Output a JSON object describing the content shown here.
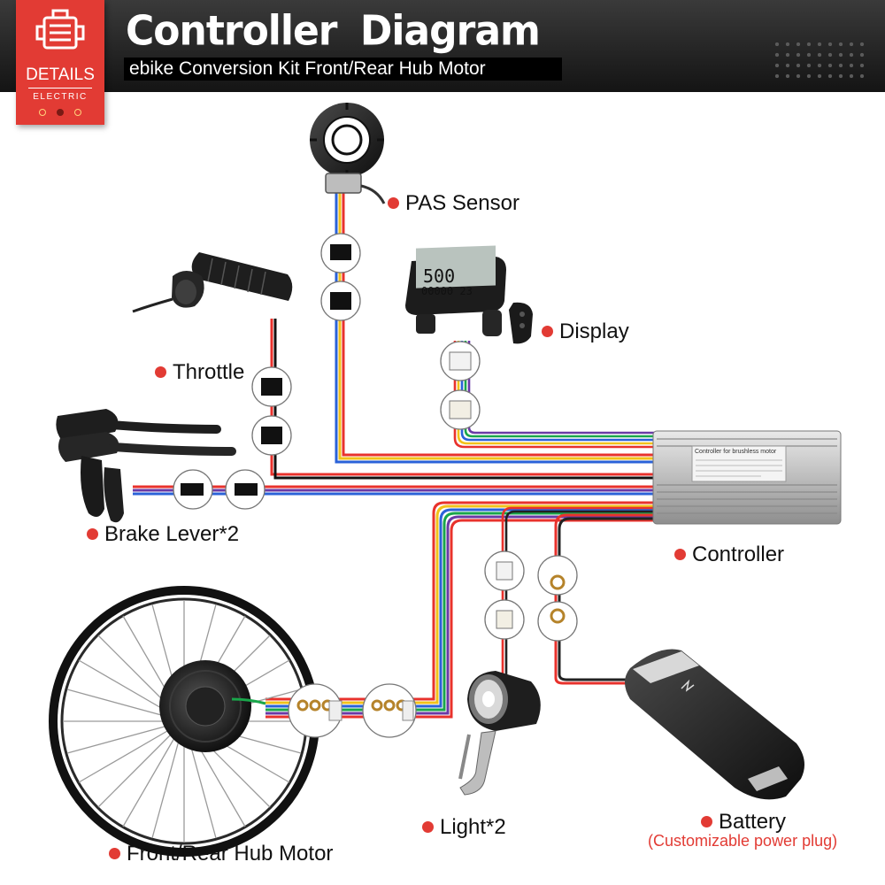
{
  "header": {
    "title": "Controller  Diagram",
    "subtitle": "ebike Conversion Kit Front/Rear Hub Motor"
  },
  "badge": {
    "line1": "DETAILS",
    "line2": "ELECTRIC"
  },
  "components": {
    "pas_sensor": "PAS Sensor",
    "display": "Display",
    "throttle": "Throttle",
    "brake_lever": "Brake Lever*2",
    "controller": "Controller",
    "hub_motor": "Front/Rear Hub Motor",
    "light": "Light*2",
    "battery": "Battery",
    "battery_note": "(Customizable power plug)"
  },
  "display_screen": {
    "row1": "500",
    "row2": "00000 23"
  },
  "controller_plate": "Controller for brushless motor",
  "colors": {
    "accent": "#e23b34",
    "header_bg": "#1c1c1c",
    "wire_red": "#e8322c",
    "wire_yellow": "#f2c21a",
    "wire_blue": "#2a62d8",
    "wire_green": "#19a64a",
    "wire_purple": "#6a3aa6"
  },
  "icons": [
    "engine-icon",
    "pas-sensor-icon",
    "throttle-icon",
    "display-icon",
    "brake-lever-icon",
    "controller-icon",
    "hub-motor-icon",
    "headlight-icon",
    "battery-icon",
    "connector-icon"
  ]
}
